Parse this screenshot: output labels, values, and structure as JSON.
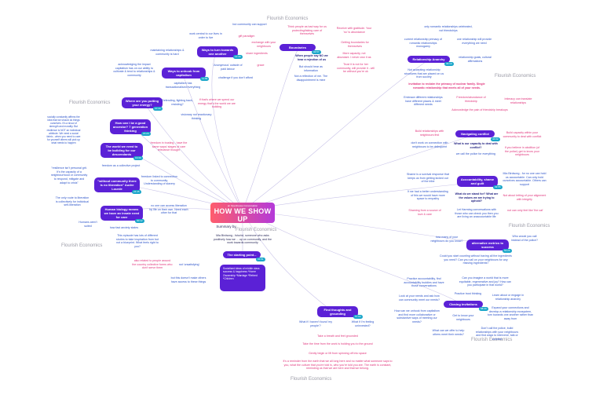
{
  "brand": {
    "watermark": "Flourish Economics",
    "logo_pre": "an Openhouse Conversation",
    "logo_main": "HOW WE SHOW UP",
    "logo_sub": "with Mia Birdsong"
  },
  "colors": {
    "node": "#5b21d6",
    "tag": "#1aa6c9",
    "blue_note": "#2a52c9",
    "pink_note": "#e0347c",
    "line": "#c9c4e8"
  },
  "pills": {
    "turn_towards": "Ways to turn towards one another",
    "unhook": "Ways to unhook from capitalism",
    "putting_energy": "Where are you putting your energy?",
    "good_ancestor": "How can I be a good ancestor? 7 generation thinking",
    "world_building": "The world we need to be building for our descendants",
    "liberation": "\"without community there is no liberation\" Audre Lourde",
    "human_biology": "Human biology means we have an innate need for care",
    "boundaries": "Boundaries",
    "relationship_anarchy": "Relationship Anarchy",
    "navigating_conflict": "Navigating conflict",
    "accountability": "Accountability, shame and guilt",
    "alternative_metrics": "alternative metrics to success",
    "starting_point": "The starting point...",
    "find_thoughts": "Find thoughts and grounding",
    "closing_invitations": "Closing invitations"
  },
  "tags": {
    "t1": "12:40",
    "t2": "11:56",
    "t3": "10:44",
    "t4": "15:20",
    "t5": "19:30",
    "t6": "24:45",
    "t7": "30:12",
    "t8": "34:57",
    "t9": "39:10",
    "t10": "44:02",
    "t11": "49:55",
    "t12": "53:26",
    "t13": "04:51",
    "t14": "57:03",
    "t15": "58:40"
  },
  "summary": {
    "title": "Summary by",
    "author": "Mia Birdsong - futurist, someone who asks positively how we ... up on community, and the work towards community"
  },
  "starting_list": "Socialised ideas of middle class success & happiness *Home Ownership *Marriage *Retired *Children",
  "notes": {
    "n1": "but community can support",
    "n2": "work central to our lives in order to live",
    "n3": "gift paradigm",
    "n4": "exchange with your neighbours",
    "n5": "maintaining relationships & community is hard",
    "n6": "share ingredients",
    "n7": "acknowledging the impact capitalism has on our ability to cultivate & tend to relationships & community",
    "n8": "'Anonymous' outside of paid labour",
    "n9": "grace",
    "n10": "challenge if you don't afford",
    "n11": "capitalism has transactionalised everything",
    "n12": "Defending, fighting back, resisting?",
    "n13": "If that's where we spend our energy that's the world we are building",
    "n14": "visionary not reactionary thinking",
    "n15": "socially constantly affirms the idea that we should do things ourselves. It's a show of strength and morality. But resilience is NOT an individual attribute. We need a social fabric - when you need to care for yourself others will pick up what needs to happen",
    "n16": "freedom in trusting - have the same ways/ stages of care relevance thought",
    "n17": "freedom as a collective project",
    "n18": "\"resilience isn't personal grit. It's the capacity of a neighbourhood or community to respond, mitigate and adapt to crisis\"",
    "n19": "freedom linked to connection to community. Understanding of slavery",
    "n20": "The only route to liberation is collectively for individual self-liberation",
    "n21": "no one can access liberation by life on their own. Need each other for that",
    "n22": "Humans aren't suited",
    "n23": "how fast anxiety states",
    "n24": "This episode has lots of different stories to take inspiration from but not a blueprint. What feels right to you?",
    "n25": "also related to people around the country collective forms who don't serve them",
    "n26": "not 'unsatisfying'",
    "n27": "but this doesn't make others have access to these things",
    "n28": "Think people as bad way for us protecting/taking care of themselves",
    "n29": "Receive with gratitude. Your 'no' is abundance",
    "n30": "Getting boundaries for themselves",
    "n31": "When people say NO we hear a rejection of us",
    "n32": "More capacity, not abundant. I never own it as",
    "n33": "But should hear as information",
    "n34": "Trust it is not for her community, will provide it - will be without you're ok",
    "n35": "Not a reflection of me. The disappointment is mine",
    "n36": "only romantic relationships celebrated, not friendships",
    "n37": "current relationship primacy of romantic relationships monogamy",
    "n38": "one relationship will provide everything we need",
    "n39": "relationship goals, cultural affirmations",
    "n40": "Not accepting relationship structures that are placed on us from society",
    "n41": "Invitation to reclaim the primacy of nuclear family. Single romantic relationship that meets all of your needs.",
    "n42": "Embrace different relationships have different places & meet different needs",
    "n43": "Freedom/abundance of friendship",
    "n44": "Intimacy can translate relationships",
    "n45": "Acknowledge the pain of friendship breakups",
    "n46": "Build relationships with neighbours first",
    "n47": "don't work on connection with neighbours to be delinquent",
    "n48": "What is our capacity to deal with conflict?",
    "n49": "we call the police for everything",
    "n50": "Build capacity within your community to deal with conflict",
    "n51": "If you believe in abolition (of the police) get to know your neighbours",
    "n52": "Shame is a survival response that keeps us from getting kicked out of the tribe",
    "n53": "It we had a better understanding of this we would have more space to empathy",
    "n54": "Shaming from a source of love & care",
    "n55": "What do we stand for? What are the values we are trying to uphold?",
    "n56": "Let Harming conversations with those who can check you then you are living an unaccountable life",
    "n57": "Mia Birdsong - for no one can hold us accountable. Can only hold ourselves accountable. Others can support",
    "n58": "Not about letting of your alignment with integrity",
    "n59": "not can only feel like 'the cat'",
    "n60": "how many of your neighbours do you know?",
    "n61": "Who would you call instead of the police?",
    "n62": "Could you start counting without having all the ingredients you need? Can you call on your neighbours for any missing ingredients?",
    "n63": "Practice accountability, find accountability buddies and have those conversations",
    "n64": "Can you imagine a world that is more equitable, regenerative and joy? How can you participate in that world?",
    "n65": "Practice trust thinking",
    "n66": "Look at your needs and ask how can community meet our needs?",
    "n67": "Learn about or engage in relationship anarchy",
    "n68": "How can we unhook from capitalism and find more collaborative or substantive ways of meeting our needs?",
    "n69": "Expand your connections and develop a relationship ecosystem, turn towards one another rather than away from",
    "n70": "Get to know your neighbours",
    "n71": "What can we offer to help others meet their needs?",
    "n72": "Don't call the police, build relationships with your neighbours and find ways to intervene, talk or connect",
    "n73": "What if I haven't found 'my people'?",
    "n74": "What if I'm feeling uninvested?",
    "n75": "Take a breath and feel grounded",
    "n76": "Take the time from the work is holding you to the ground",
    "n77": "Gently begin or lift from spinning off into space",
    "n78": "It's a reminder from the earth that we all long here and no matter what someone says to you, what the culture that you're told is, who you're told you are. The earth is constant, reminding us that we are here and that we belong."
  }
}
